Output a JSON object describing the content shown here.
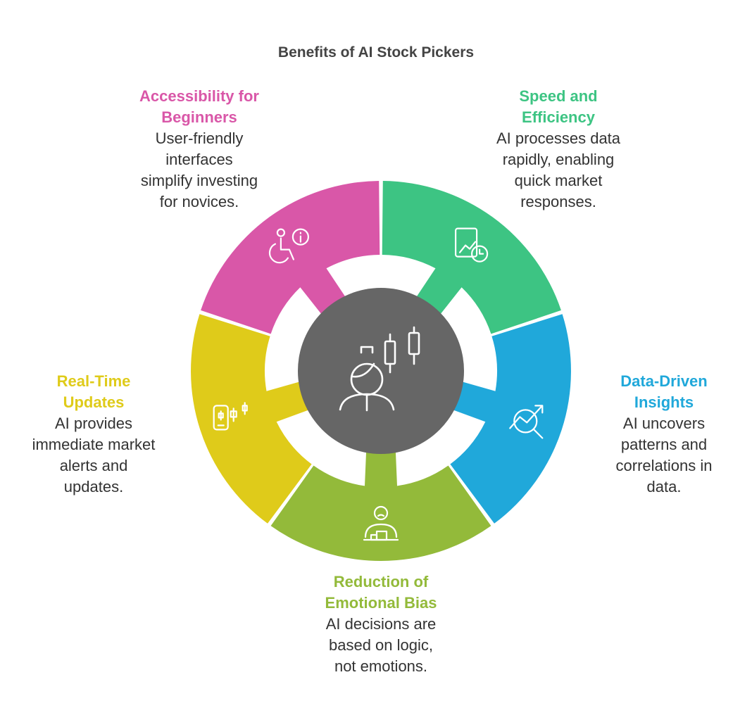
{
  "title": "Benefits of AI Stock Pickers",
  "colors": {
    "center": "#666666",
    "text": "#333333"
  },
  "segments": [
    {
      "key": "speed",
      "heading_lines": [
        "Speed and",
        "Efficiency"
      ],
      "desc_lines": [
        "AI processes data",
        "rapidly, enabling",
        "quick market",
        "responses."
      ],
      "color": "#3DC483",
      "icon": "document-chart-clock-icon"
    },
    {
      "key": "data",
      "heading_lines": [
        "Data-Driven",
        "Insights"
      ],
      "desc_lines": [
        "AI uncovers",
        "patterns and",
        "correlations in",
        "data."
      ],
      "color": "#20A8DA",
      "icon": "chart-magnifier-icon"
    },
    {
      "key": "bias",
      "heading_lines": [
        "Reduction of",
        "Emotional Bias"
      ],
      "desc_lines": [
        "AI decisions are",
        "based on logic,",
        "not emotions."
      ],
      "color": "#93BA3A",
      "icon": "person-at-desk-icon"
    },
    {
      "key": "realtime",
      "heading_lines": [
        "Real-Time",
        "Updates"
      ],
      "desc_lines": [
        "AI provides",
        "immediate market",
        "alerts and",
        "updates."
      ],
      "color": "#DFCB1A",
      "icon": "phone-candlestick-icon"
    },
    {
      "key": "access",
      "heading_lines": [
        "Accessibility for",
        "Beginners"
      ],
      "desc_lines": [
        "User-friendly",
        "interfaces",
        "simplify investing",
        "for novices."
      ],
      "color": "#D957A8",
      "icon": "accessibility-info-icon"
    }
  ]
}
